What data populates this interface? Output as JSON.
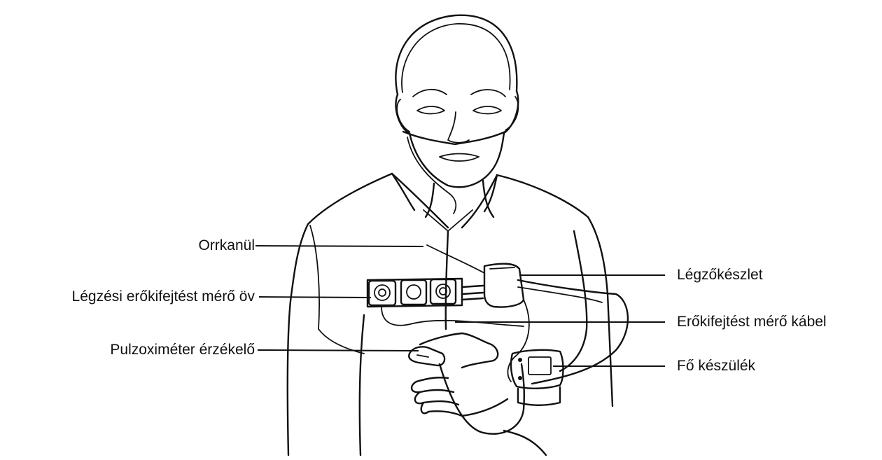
{
  "labels": {
    "nasal_cannula": "Orrkanül",
    "effort_belt": "Légzési erőkifejtést mérő öv",
    "pulse_oximeter": "Pulzoximéter érzékelő",
    "breathing_kit": "Légzőkészlet",
    "effort_cable": "Erőkifejtést mérő kábel",
    "main_device": "Fő készülék"
  }
}
